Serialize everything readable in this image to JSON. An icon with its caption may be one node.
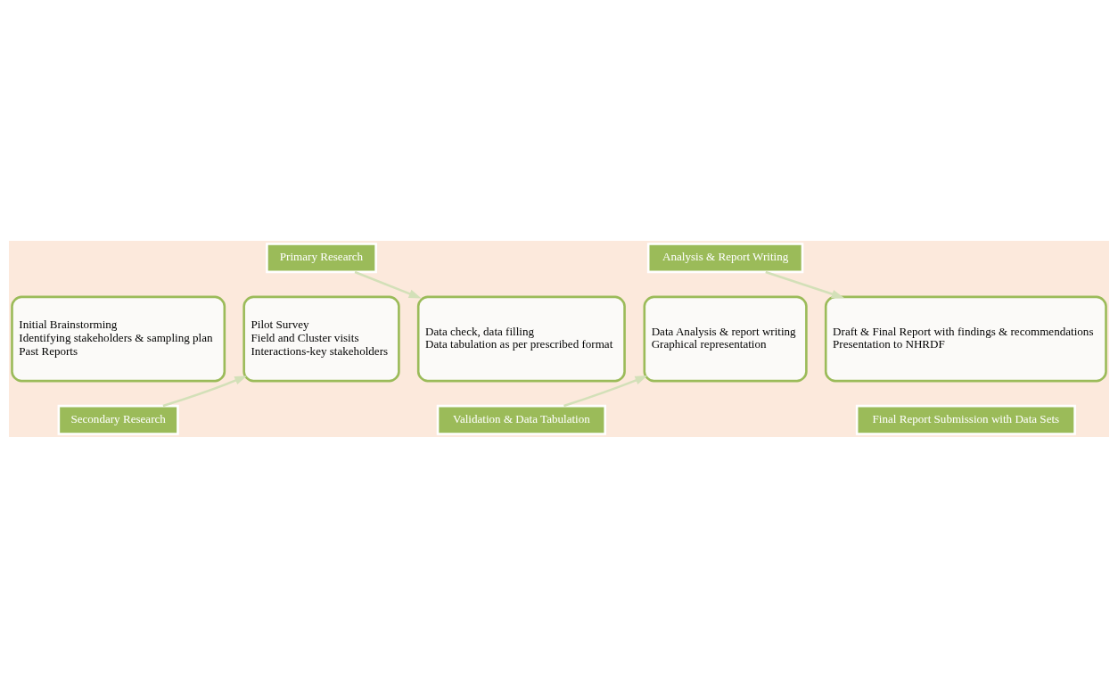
{
  "diagram": {
    "nodes": [
      {
        "text": [
          "Primary Research"
        ]
      },
      {
        "text": [
          "Analysis & Report Writing"
        ]
      },
      {
        "text": [
          "Initial Brainstorming",
          "Identifying stakeholders & sampling plan",
          "Past Reports"
        ]
      },
      {
        "text": [
          "Pilot Survey",
          "Field and Cluster visits",
          "Interactions-key stakeholders"
        ]
      },
      {
        "text": [
          "Data check, data filling",
          "Data tabulation as per prescribed format"
        ]
      },
      {
        "text": [
          "Data Analysis & report writing",
          "Graphical representation"
        ]
      },
      {
        "text": [
          "Draft & Final Report with findings & recommendations",
          "Presentation to NHRDF"
        ]
      },
      {
        "text": [
          "Secondary Research"
        ]
      },
      {
        "text": [
          "Validation & Data Tabulation"
        ]
      },
      {
        "text": [
          "Final Report Submission with Data Sets"
        ]
      }
    ],
    "edges": [
      {
        "from": 7,
        "to": 3,
        "arrow": "to",
        "color": "#d3e0b8"
      },
      {
        "from": 0,
        "to": 4,
        "arrow": "to",
        "color": "#d3e0b8"
      },
      {
        "from": 8,
        "to": 5,
        "arrow": "to",
        "color": "#d3e0b8"
      },
      {
        "from": 1,
        "to": 6,
        "arrow": "to",
        "color": "#d3e0b8"
      }
    ]
  }
}
